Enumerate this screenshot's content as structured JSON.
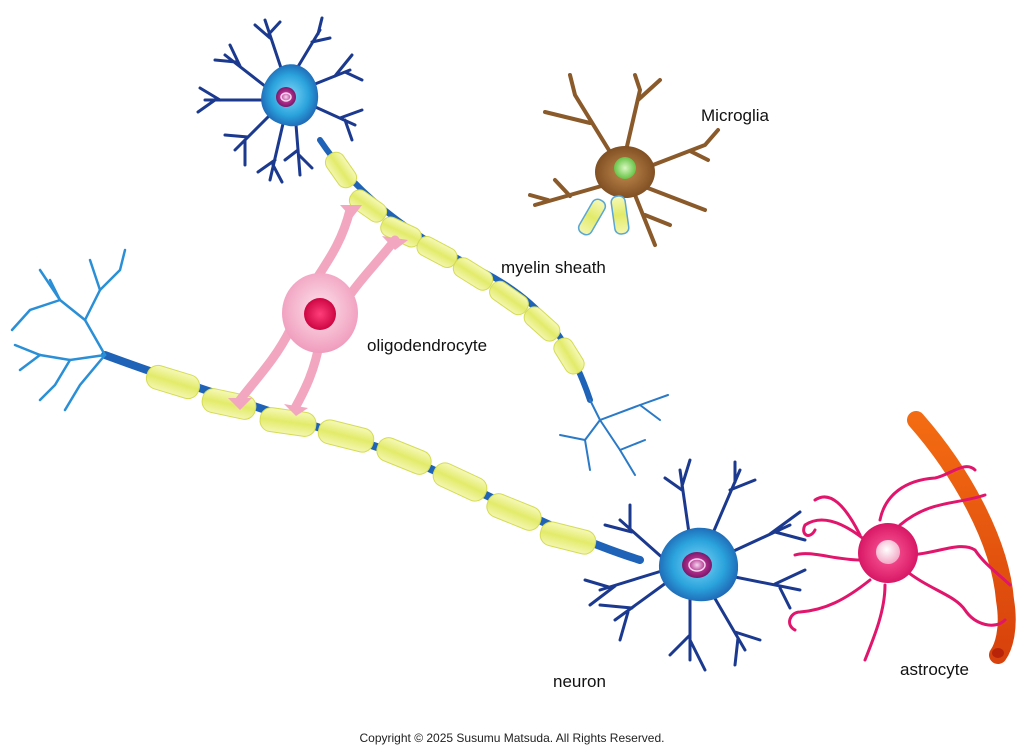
{
  "labels": {
    "microglia": "Microglia",
    "myelin_sheath": "myelin sheath",
    "oligodendrocyte": "oligodendrocyte",
    "neuron": "neuron",
    "astrocyte": "astrocyte"
  },
  "copyright": "Copyright © 2025 Susumu Matsuda. All Rights Reserved.",
  "colors": {
    "neuron_body": "#2a9fd8",
    "neuron_dendrite": "#1b3a8f",
    "myelin": "#e8ef7e",
    "oligodendrocyte": "#f2a6c0",
    "microglia": "#8b5a2b",
    "astrocyte": "#e0156b",
    "blood_vessel": "#e84d10"
  }
}
